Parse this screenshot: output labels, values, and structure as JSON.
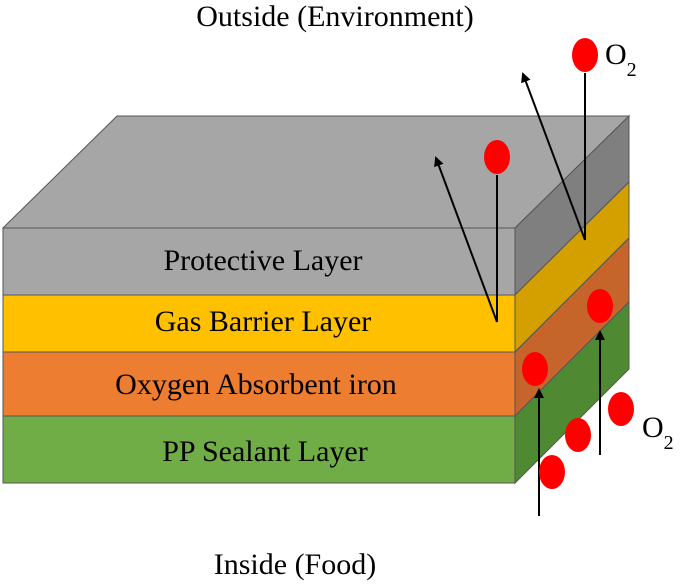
{
  "labels": {
    "outside": "Outside (Environment)",
    "inside": "Inside (Food)"
  },
  "layers": [
    {
      "name": "Protective Layer",
      "front": "#a6a6a6",
      "side": "#7f7f7f",
      "top": "#a6a6a6"
    },
    {
      "name": "Gas Barrier Layer",
      "front": "#ffc000",
      "side": "#d4a000"
    },
    {
      "name": "Oxygen Absorbent iron",
      "front": "#ed7d31",
      "side": "#c5652b"
    },
    {
      "name": "PP Sealant Layer",
      "front": "#70ad47",
      "side": "#4f8a33"
    }
  ],
  "oxygen": {
    "symbol": "O",
    "subscript": "2",
    "dot_color": "#ff0000"
  }
}
